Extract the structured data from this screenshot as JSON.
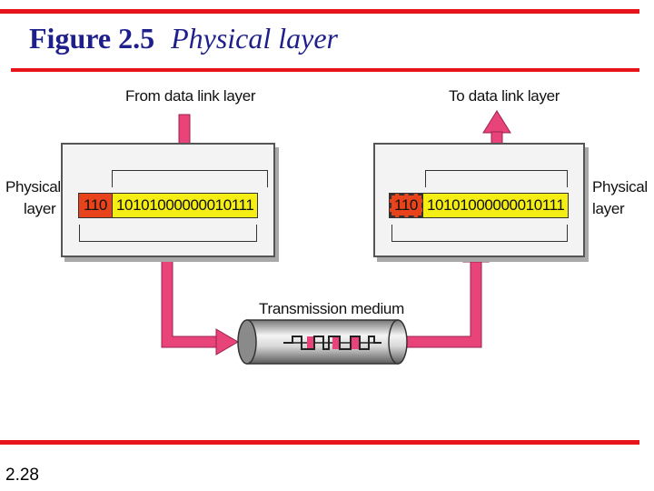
{
  "header": {
    "figure_number": "Figure 2.5",
    "figure_title": "Physical layer"
  },
  "footer": {
    "page_number": "2.28"
  },
  "diagram": {
    "left_label_top": "Physical",
    "left_label_bottom": "layer",
    "right_label_top": "Physical",
    "right_label_bottom": "layer",
    "from_label": "From data link layer",
    "to_label": "To data link layer",
    "medium_label": "Transmission medium",
    "sender_header_bits": "110",
    "sender_data_bits": "10101000000010111",
    "receiver_header_bits": "110",
    "receiver_data_bits": "10101000000010111",
    "colors": {
      "arrow": "#e9447a",
      "header_bits": "#e8431a",
      "data_bits": "#f4ee14",
      "rule": "#e8141b",
      "title": "#1f1f8c"
    }
  }
}
